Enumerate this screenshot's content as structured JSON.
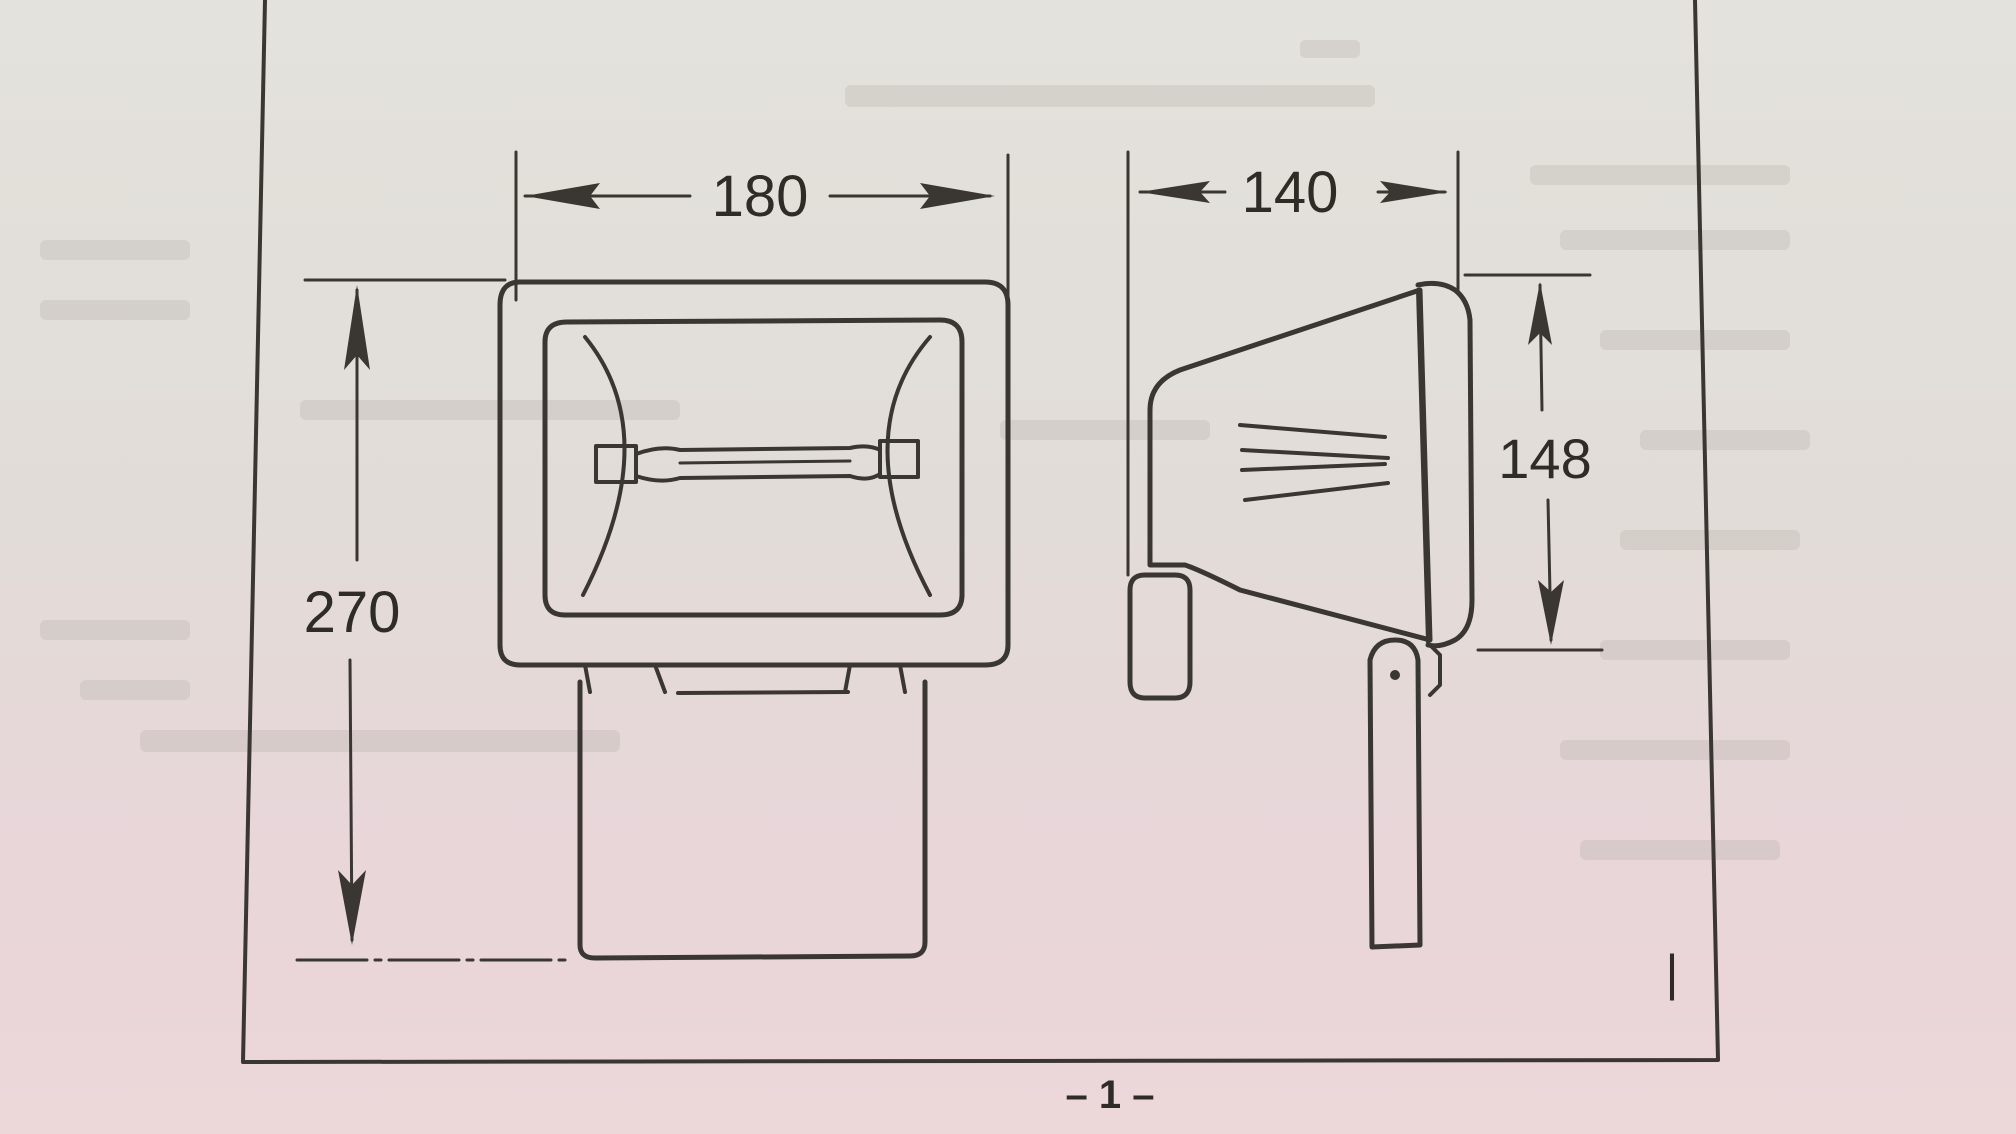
{
  "diagram": {
    "front_view": {
      "width_label": "180",
      "height_label": "270"
    },
    "side_view": {
      "depth_label": "140",
      "height_label": "148"
    },
    "page_number": "– 1 –",
    "margin_mark": "|"
  },
  "colors": {
    "paper": "#e3e0da",
    "ink": "#3a3631"
  }
}
